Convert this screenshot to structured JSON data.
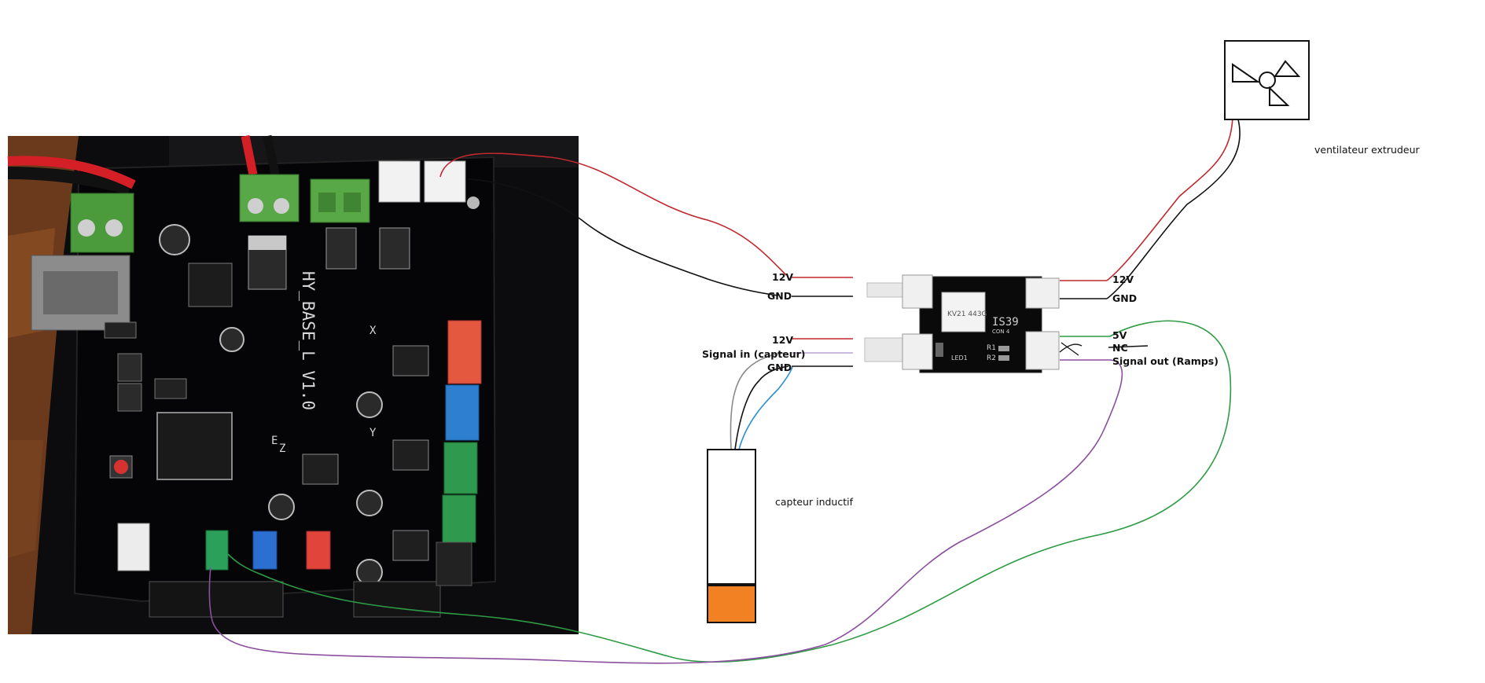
{
  "board": {
    "silkscreen": "HY_BASE_L V1.0",
    "axis_marks": [
      "X",
      "Y",
      "Z",
      "E"
    ]
  },
  "module": {
    "chip_label": "KV21 443G",
    "marking": "IS39",
    "conn_label": "CON 4",
    "led_label": "LED1",
    "resistor_labels": [
      "R1",
      "R2"
    ]
  },
  "labels": {
    "left_12v_top": "12V",
    "left_gnd_top": "GND",
    "left_12v_bottom": "12V",
    "signal_in": "Signal in (capteur)",
    "left_gnd_bottom": "GND",
    "right_12v": "12V",
    "right_gnd": "GND",
    "right_5v": "5V",
    "right_nc": "NC",
    "signal_out": "Signal out (Ramps)"
  },
  "notes": {
    "fan": "ventilateur extrudeur",
    "sensor": "capteur inductif"
  },
  "colors": {
    "red_wire": "#c0282d",
    "black_wire": "#111111",
    "green_wire": "#2e9b45",
    "purple_wire": "#8b4f9e",
    "lavender_wire": "#b9a3d6",
    "blue_wire": "#2b8fd0",
    "gray_wire": "#8a8a8a",
    "sensor_tip": "#f28124"
  }
}
